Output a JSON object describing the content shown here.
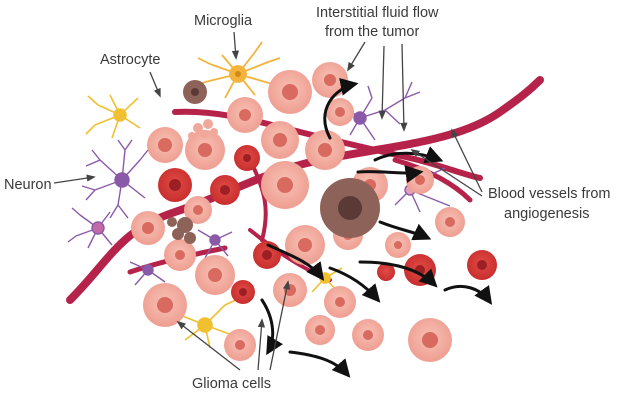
{
  "labels": {
    "microglia": "Microglia",
    "astrocyte": "Astrocyte",
    "neuron": "Neuron",
    "fluid_flow_line1": "Interstitial fluid flow",
    "fluid_flow_line2": "from the tumor",
    "vessels_line1": "Blood vessels from",
    "vessels_line2": "angiogenesis",
    "glioma": "Glioma cells"
  },
  "colors": {
    "vessel": "#b5234a",
    "glioma_cell": "#f2a79b",
    "glioma_nucleus": "#d86a5f",
    "red_cell": "#d63a3a",
    "red_nucleus": "#9c1f24",
    "dark_cell": "#8d6258",
    "neuron": "#8a5aa8",
    "astrocyte": "#f0c030",
    "microglia": "#f4b43c",
    "arrow": "#111111",
    "text": "#3a3a3a"
  }
}
